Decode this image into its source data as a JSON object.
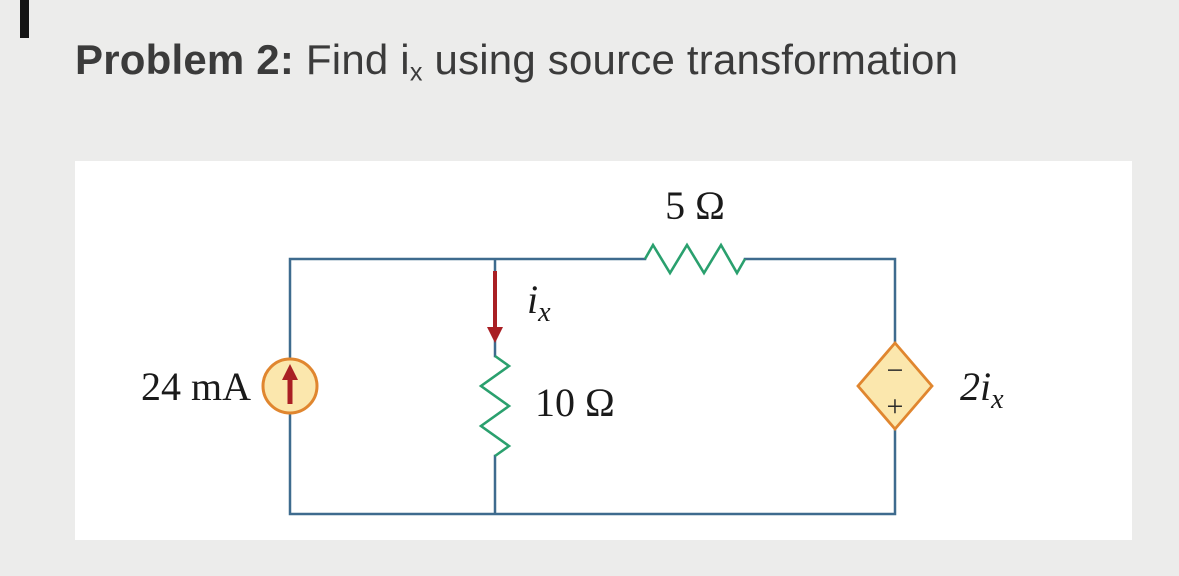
{
  "header": {
    "problem_label": "Problem 2:",
    "title_pre": " Find i",
    "title_sub": "x",
    "title_post": " using source transformation"
  },
  "circuit": {
    "source_label": "24 mA",
    "top_resistor_label": "5 Ω",
    "mid_resistor_label": "10 Ω",
    "current_var": "i",
    "current_var_sub": "x",
    "dep_source_label": "2i",
    "dep_source_label_sub": "x",
    "dep_source_minus": "−",
    "dep_source_plus": "+",
    "colors": {
      "wire": "#3e6b8e",
      "resistor": "#2aa06e",
      "source_fill": "#fbe7ad",
      "source_stroke": "#e0862f",
      "arrow": "#a91f24",
      "label": "#1a1a1a",
      "sign": "#2b2b2b"
    }
  }
}
